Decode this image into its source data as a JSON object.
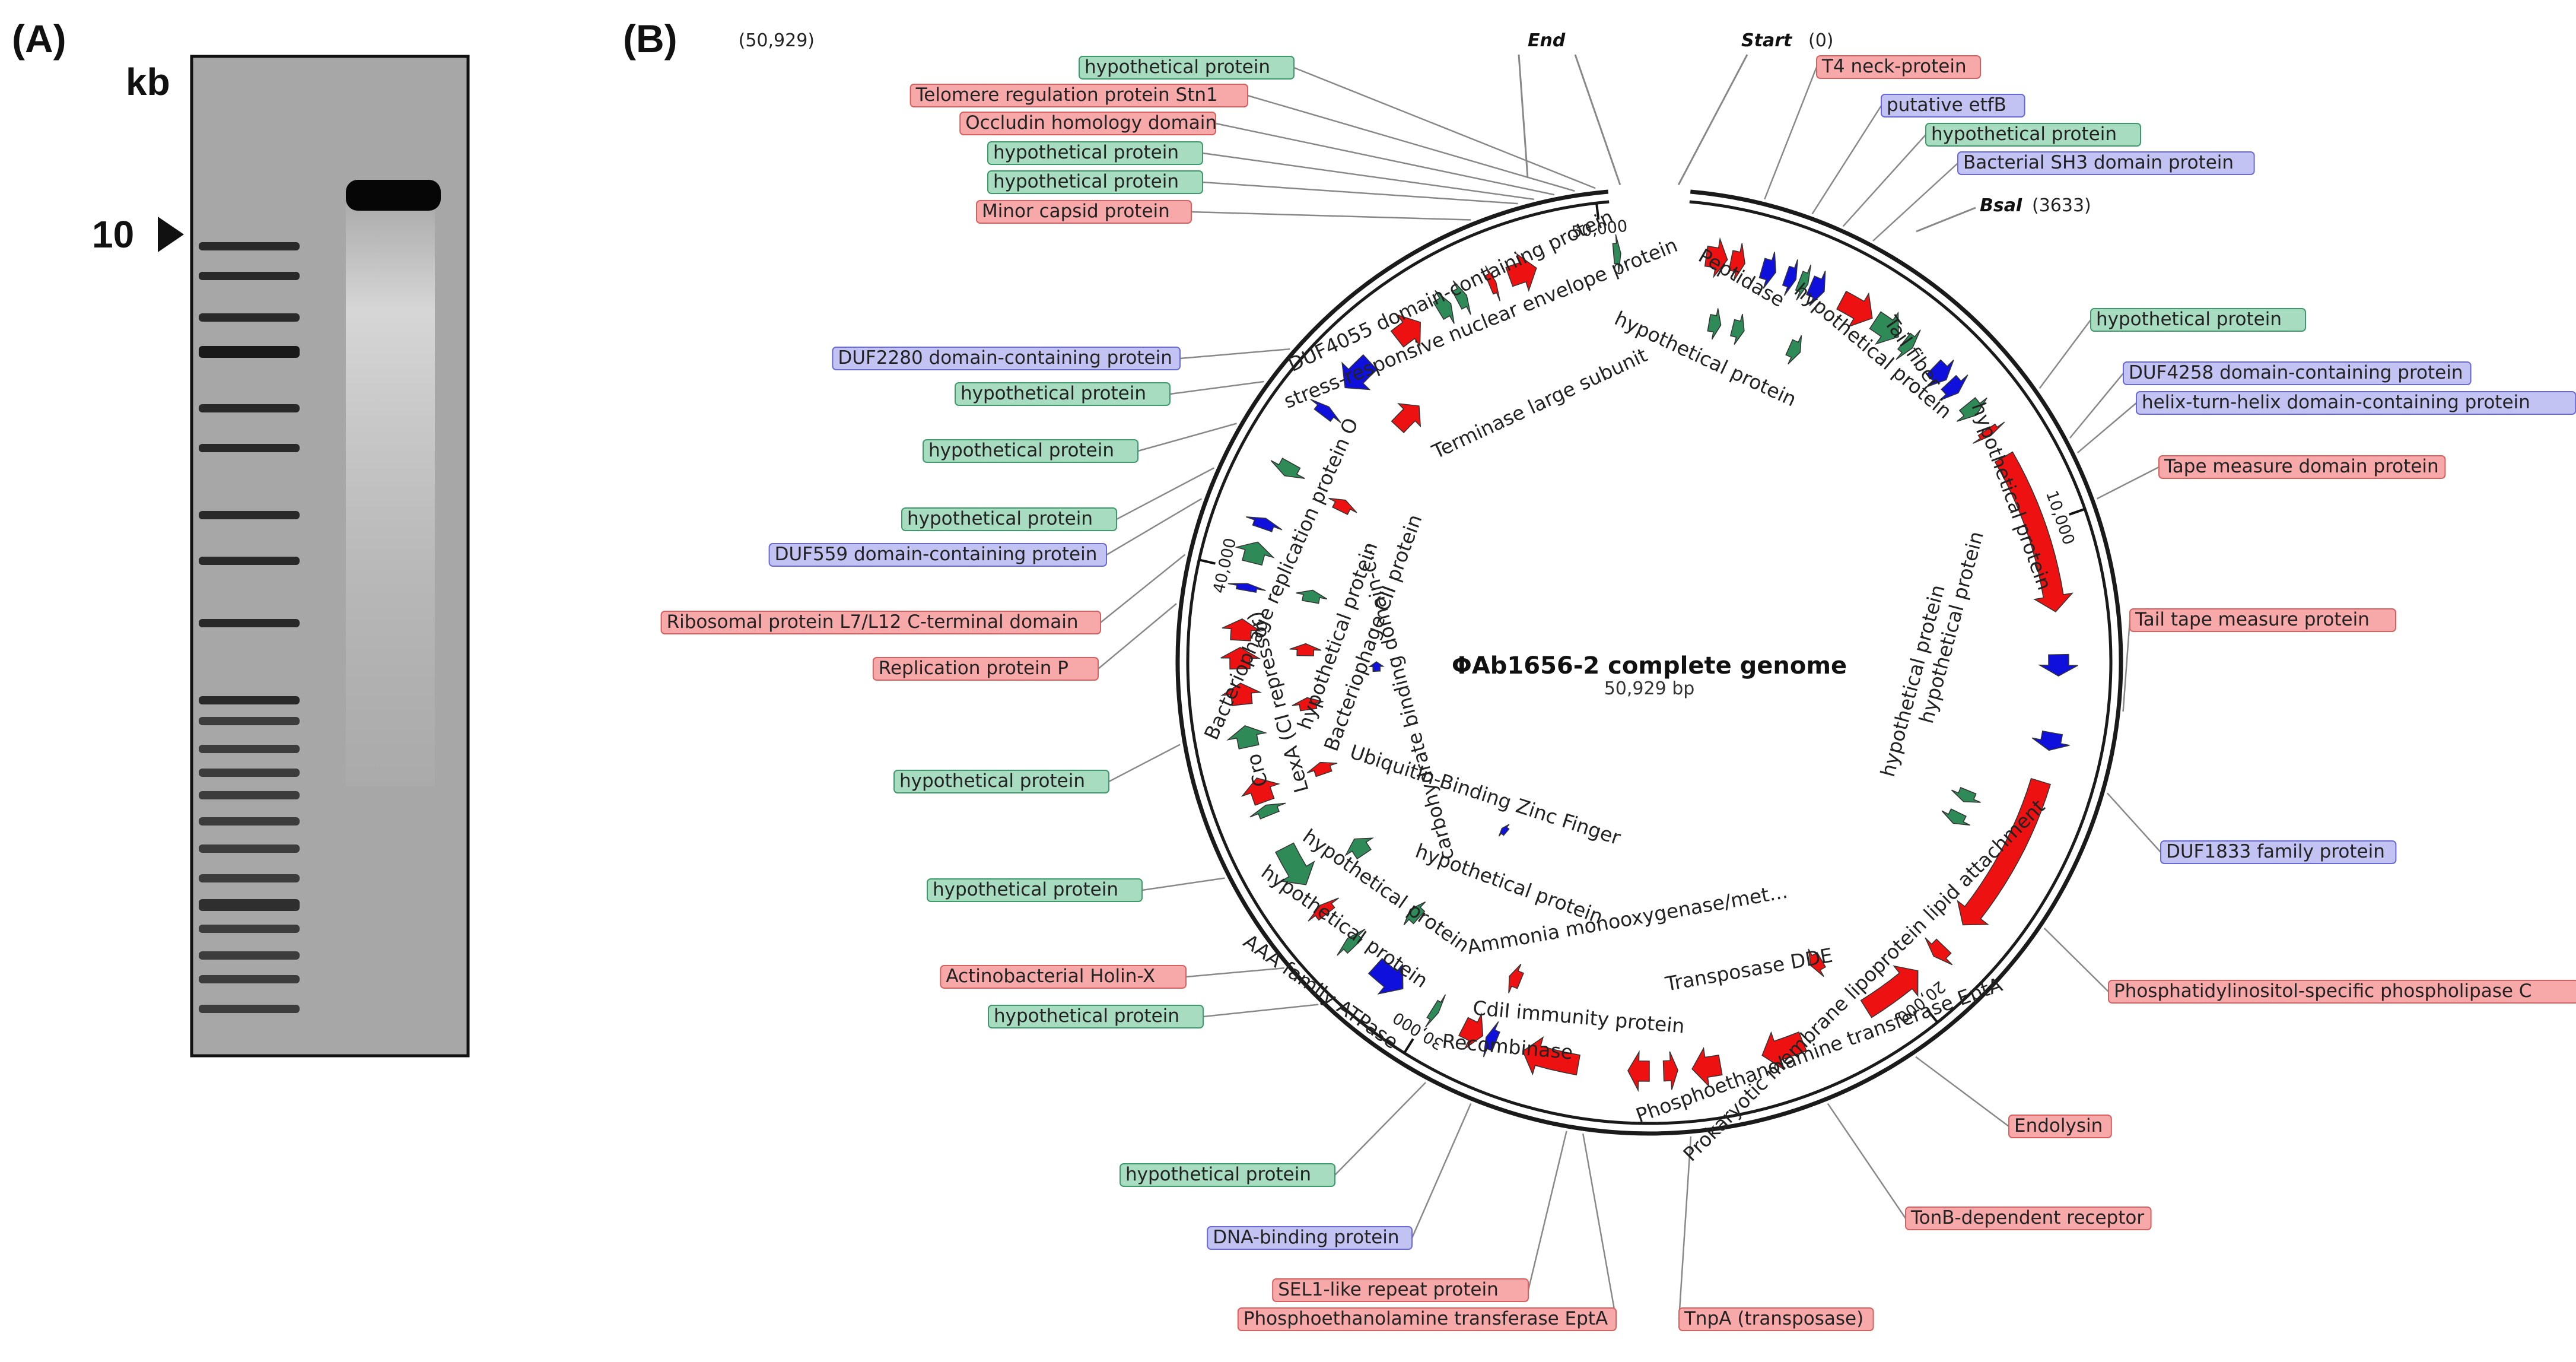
{
  "panels": {
    "a": "(A)",
    "b": "(B)"
  },
  "gel": {
    "unit": "kb",
    "marker_label": "10"
  },
  "map": {
    "title": "ΦAb1656-2 complete genome",
    "subtitle": "50,929 bp",
    "end_label": "End",
    "end_coord": "(50,929)",
    "start_label": "Start",
    "start_coord": "(0)",
    "bsai_label": "BsaI",
    "bsai_coord": "(3633)",
    "ticks": [
      "50,000",
      "10,000",
      "20,000",
      "30,000",
      "40,000"
    ]
  },
  "colors": {
    "red": "#ee1111",
    "green": "#2e8b57",
    "blue": "#1010dd",
    "red_box": "#f7a9a9",
    "green_box": "#a8dcc0",
    "blue_box": "#c3c3f3"
  },
  "outer_labels": [
    {
      "text": "hypothetical protein",
      "color": "green"
    },
    {
      "text": "Telomere regulation protein Stn1",
      "color": "red"
    },
    {
      "text": "Occludin homology domain",
      "color": "red"
    },
    {
      "text": "hypothetical protein",
      "color": "green"
    },
    {
      "text": "hypothetical protein",
      "color": "green"
    },
    {
      "text": "Minor capsid protein",
      "color": "red"
    },
    {
      "text": "DUF2280 domain-containing protein",
      "color": "blue"
    },
    {
      "text": "hypothetical protein",
      "color": "green"
    },
    {
      "text": "hypothetical protein",
      "color": "green"
    },
    {
      "text": "hypothetical protein",
      "color": "green"
    },
    {
      "text": "DUF559 domain-containing protein",
      "color": "blue"
    },
    {
      "text": "Ribosomal protein L7/L12 C-terminal domain",
      "color": "red"
    },
    {
      "text": "Replication protein P",
      "color": "red"
    },
    {
      "text": "hypothetical protein",
      "color": "green"
    },
    {
      "text": "hypothetical protein",
      "color": "green"
    },
    {
      "text": "Actinobacterial Holin-X",
      "color": "red"
    },
    {
      "text": "hypothetical protein",
      "color": "green"
    },
    {
      "text": "hypothetical protein",
      "color": "green"
    },
    {
      "text": "DNA-binding protein",
      "color": "blue"
    },
    {
      "text": "SEL1-like repeat protein",
      "color": "red"
    },
    {
      "text": "Phosphoethanolamine transferase EptA",
      "color": "red"
    },
    {
      "text": "TnpA (transposase)",
      "color": "red"
    },
    {
      "text": "TonB-dependent receptor",
      "color": "red"
    },
    {
      "text": "Endolysin",
      "color": "red"
    },
    {
      "text": "Phosphatidylinositol-specific phospholipase C",
      "color": "red"
    },
    {
      "text": "DUF1833 family protein",
      "color": "blue"
    },
    {
      "text": "Tail tape measure protein",
      "color": "red"
    },
    {
      "text": "Tape measure domain protein",
      "color": "red"
    },
    {
      "text": "helix-turn-helix domain-containing protein",
      "color": "blue"
    },
    {
      "text": "DUF4258 domain-containing protein",
      "color": "blue"
    },
    {
      "text": "hypothetical protein",
      "color": "green"
    },
    {
      "text": "Bacterial SH3 domain protein",
      "color": "blue"
    },
    {
      "text": "hypothetical protein",
      "color": "green"
    },
    {
      "text": "putative etfB",
      "color": "blue"
    },
    {
      "text": "T4 neck-protein",
      "color": "red"
    }
  ],
  "inner_labels": [
    "DUF4055 domain-containing protein",
    "stress-responsive nuclear envelope protein",
    "Terminase large subunit",
    "Bacteriophage replication protein O",
    "hypothetical protein",
    "Bacteriophage CII protein",
    "LexA (CI repressor)",
    "Cro",
    "carbohydrate binding domain-c...",
    "Ubiquitin-Binding Zinc Finger",
    "hypothetical protein",
    "hypothetical protein",
    "hypothetical protein",
    "AAA family ATPase",
    "Ammonia monooxygenase/met...",
    "Transposase DDE",
    "CdiI immunity protein",
    "Recombinase",
    "Phosphoethanolamine transferase EptA",
    "Prokaryotic membrane lipoprotein lipid attachment",
    "hypothetical protein",
    "hypothetical protein",
    "hypothetical protein",
    "Tail fiber",
    "hypothetical protein",
    "Peptidase",
    "hypothetical protein"
  ]
}
